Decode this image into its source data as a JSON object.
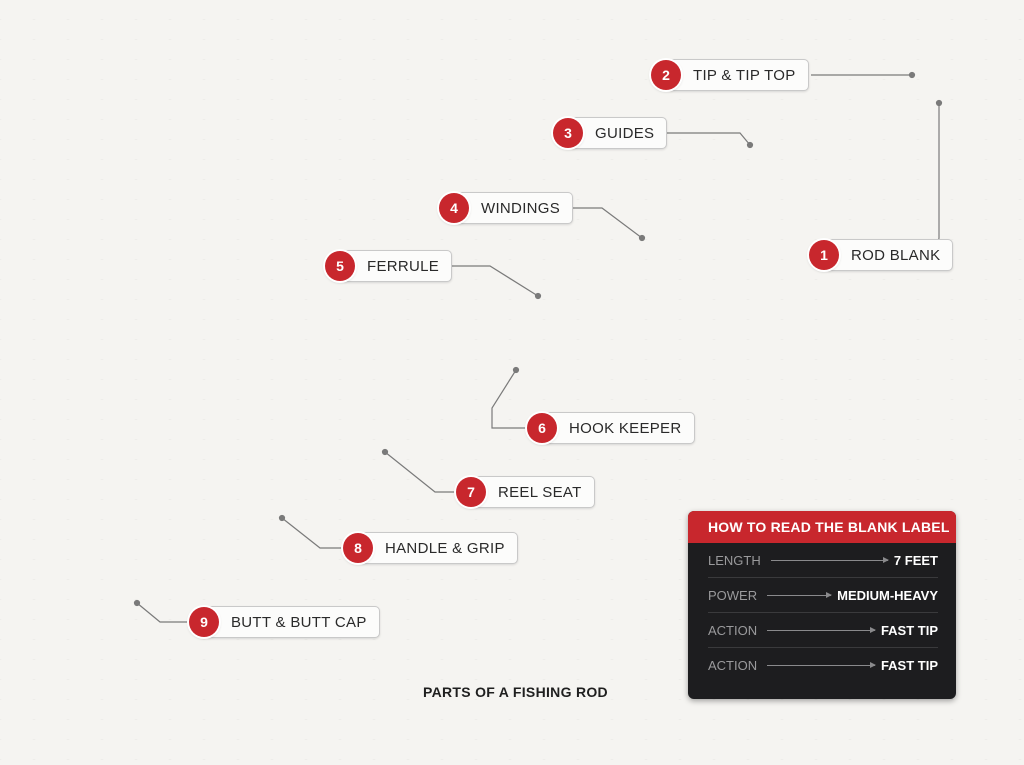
{
  "callouts": [
    {
      "num": "1",
      "label": "ROD BLANK"
    },
    {
      "num": "2",
      "label": "TIP & TIP TOP"
    },
    {
      "num": "3",
      "label": "GUIDES"
    },
    {
      "num": "4",
      "label": "WINDINGS"
    },
    {
      "num": "5",
      "label": "FERRULE"
    },
    {
      "num": "6",
      "label": "HOOK KEEPER"
    },
    {
      "num": "7",
      "label": "REEL SEAT"
    },
    {
      "num": "8",
      "label": "HANDLE & GRIP"
    },
    {
      "num": "9",
      "label": "BUTT & BUTT CAP"
    }
  ],
  "caption": "PARTS OF A FISHING ROD",
  "panel": {
    "title": "HOW TO READ THE BLANK LABEL",
    "rows": [
      {
        "label": "LENGTH",
        "value": "7 FEET"
      },
      {
        "label": "POWER",
        "value": "MEDIUM-HEAVY"
      },
      {
        "label": "ACTION",
        "value": "FAST TIP"
      },
      {
        "label": "ACTION",
        "value": "FAST TIP"
      }
    ]
  },
  "colors": {
    "accent": "#c8272d",
    "cork": "#c9a46a",
    "blank": "#2b2b2d",
    "panel": "#1d1d1f"
  }
}
